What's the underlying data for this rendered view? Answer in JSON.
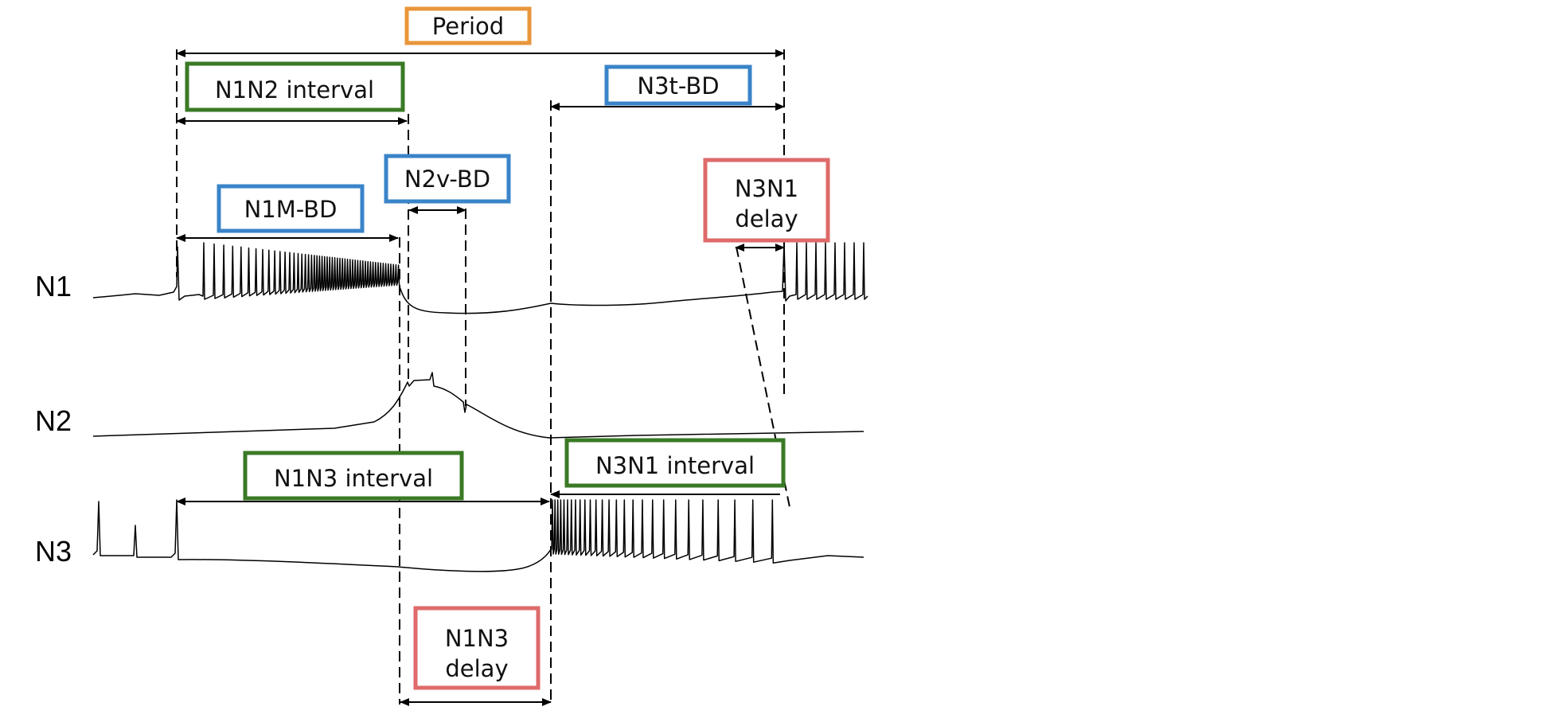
{
  "colors": {
    "orange": "#e8953a",
    "green": "#3a7a25",
    "blue": "#3a84c9",
    "red": "#de6a6a"
  },
  "traces": {
    "n1": "N1",
    "n2": "N2",
    "n3": "N3"
  },
  "labels": {
    "period": "Period",
    "n1n2_interval": "N1N2 interval",
    "n3t_bd": "N3t-BD",
    "n2v_bd": "N2v-BD",
    "n1m_bd": "N1M-BD",
    "n3n1_delay_line1": "N3N1",
    "n3n1_delay_line2": "delay",
    "n1n3_interval": "N1N3 interval",
    "n3n1_interval": "N3N1 interval",
    "n1n3_delay_line1": "N1N3",
    "n1n3_delay_line2": "delay"
  }
}
